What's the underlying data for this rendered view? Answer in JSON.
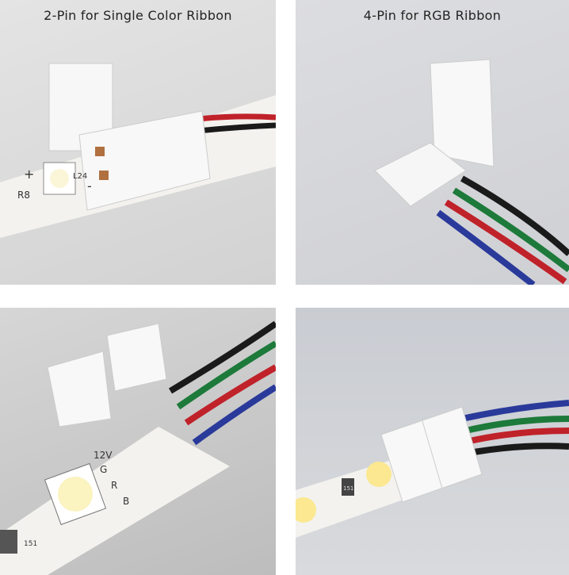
{
  "panels": [
    {
      "caption": "2-Pin for Single Color Ribbon",
      "strip_labels": [
        "R8",
        "L24",
        "+",
        "-"
      ]
    },
    {
      "caption": "4-Pin for RGB Ribbon"
    },
    {
      "caption": "",
      "strip_labels": [
        "12V",
        "G",
        "R",
        "B",
        "151"
      ]
    },
    {
      "caption": "",
      "strip_labels": [
        "151"
      ]
    }
  ],
  "colors": {
    "wire_red": "#c0222a",
    "wire_black": "#1a1a1a",
    "wire_green": "#1d7a3a",
    "wire_blue": "#2a3a9a",
    "strip": "#f4f4f2",
    "connector": "#f7f7f7"
  }
}
